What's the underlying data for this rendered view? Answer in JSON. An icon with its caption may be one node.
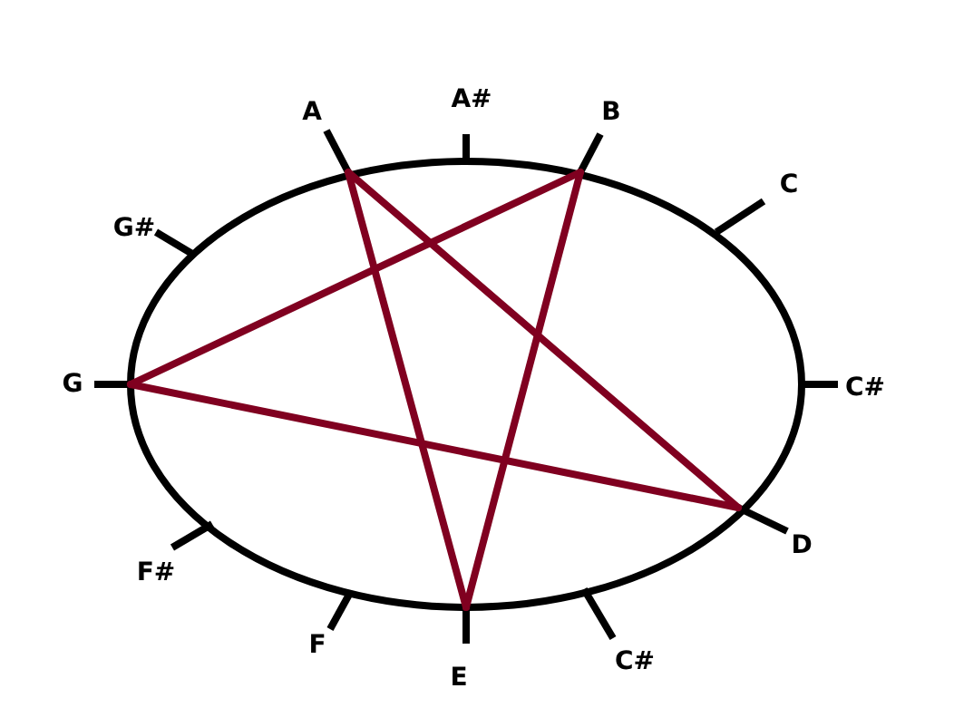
{
  "diagram": {
    "nodes": [
      {
        "text": [
          "A"
        ]
      },
      {
        "text": [
          "A#"
        ]
      },
      {
        "text": [
          "B"
        ]
      },
      {
        "text": [
          "C"
        ]
      },
      {
        "text": [
          "G#"
        ]
      },
      {
        "text": [
          "G"
        ]
      },
      {
        "text": [
          "C#"
        ]
      },
      {
        "text": [
          "D"
        ]
      },
      {
        "text": [
          "F#"
        ]
      },
      {
        "text": [
          "F"
        ]
      },
      {
        "text": [
          "C#"
        ]
      },
      {
        "text": [
          "E"
        ]
      }
    ],
    "edges": [
      {
        "from": 0,
        "to": 11,
        "arrow": "none"
      },
      {
        "from": 11,
        "to": 2,
        "arrow": "none"
      },
      {
        "from": 2,
        "to": 5,
        "arrow": "none"
      },
      {
        "from": 5,
        "to": 7,
        "arrow": "none"
      },
      {
        "from": 7,
        "to": 0,
        "arrow": "none"
      }
    ]
  }
}
